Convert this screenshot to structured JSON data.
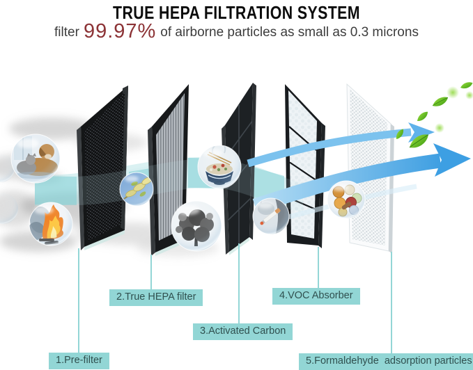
{
  "header": {
    "title": "TRUE HEPA FILTRATION SYSTEM",
    "subtitle_prefix": "filter",
    "subtitle_highlight": "99.97%",
    "subtitle_suffix": "of airborne particles as small as 0.3 microns"
  },
  "filters": [
    {
      "label": "1.Pre-filter"
    },
    {
      "label": "2.True HEPA filter"
    },
    {
      "label": "3.Activated Carbon"
    },
    {
      "label": "4.VOC Absorber"
    },
    {
      "label": "5.Formaldehyde  adsorption particles"
    }
  ],
  "bubbles": [
    {
      "icon": "pet-dander-bubble-icon"
    },
    {
      "icon": "fire-smoke-bubble-icon"
    },
    {
      "icon": "pollen-bubble-icon"
    },
    {
      "icon": "cooking-odor-bubble-icon"
    },
    {
      "icon": "smoke-bubble-icon"
    },
    {
      "icon": "cigarette-smoke-bubble-icon"
    },
    {
      "icon": "particle-beads-bubble-icon"
    }
  ],
  "colors": {
    "label_teal": "#92d6d5",
    "label_text": "#30504f",
    "highlight_red": "#8c3336",
    "arrow_blue": "#3d9fe3",
    "band_teal": "#8fd4d9",
    "leaf_green": "#4caf28"
  }
}
